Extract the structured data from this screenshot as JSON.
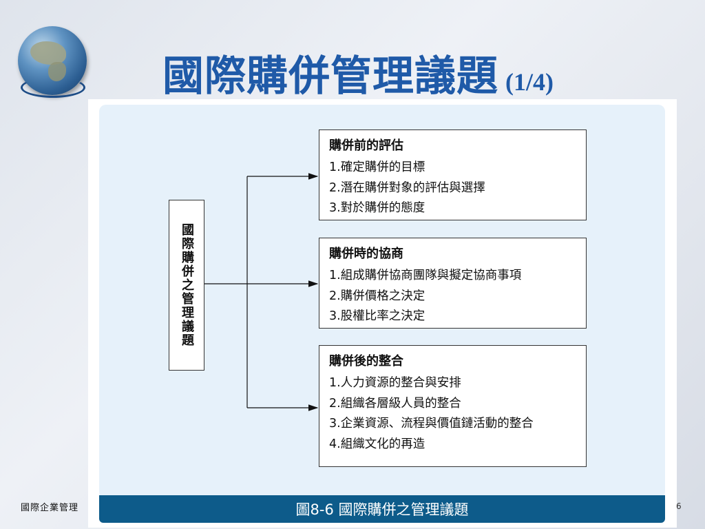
{
  "slide": {
    "title": "國際購併管理議題",
    "page_label": "(1/4)",
    "footer_left": "國際企業管理",
    "footer_right": "6"
  },
  "diagram": {
    "root": "國際購併之管理議題",
    "caption": "圖8-6  國際購併之管理議題",
    "boxes": [
      {
        "heading": "購併前的評估",
        "items": [
          "1.確定購併的目標",
          "2.潛在購併對象的評估與選擇",
          "3.對於購併的態度"
        ]
      },
      {
        "heading": "購併時的協商",
        "items": [
          "1.組成購併協商團隊與擬定協商事項",
          "2.購併價格之決定",
          "3.股權比率之決定"
        ]
      },
      {
        "heading": "購併後的整合",
        "items": [
          "1.人力資源的整合與安排",
          "2.組織各層級人員的整合",
          "3.企業資源、流程與價值鏈活動的整合",
          "4.組織文化的再造"
        ]
      }
    ]
  }
}
